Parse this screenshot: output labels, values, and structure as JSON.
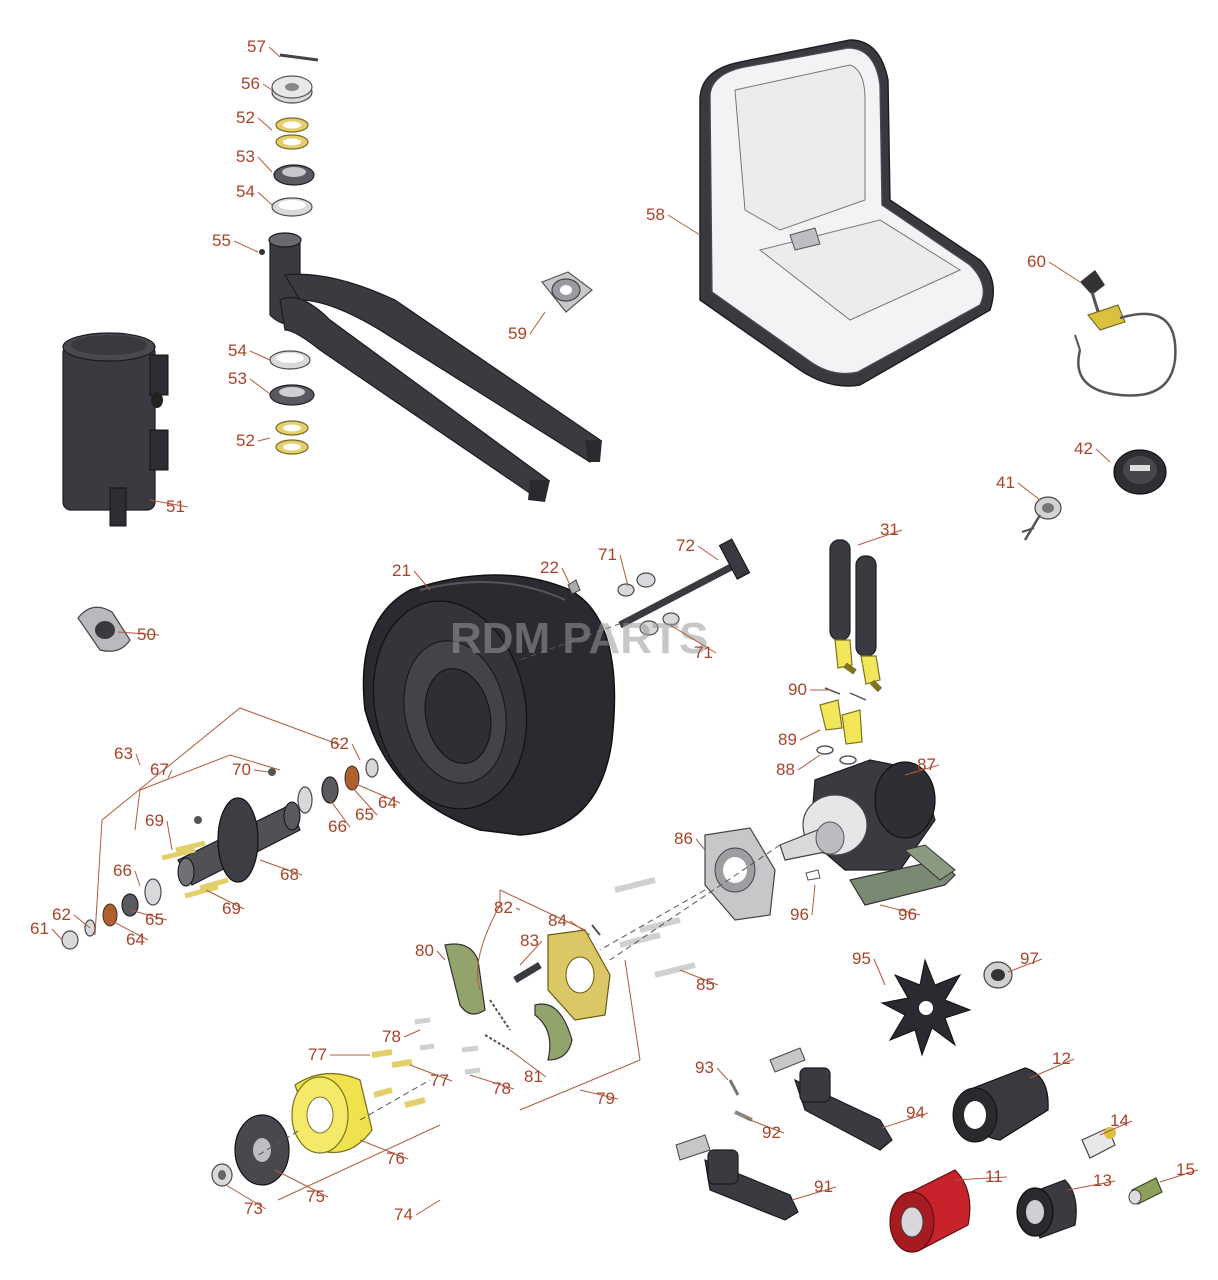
{
  "watermark": "RDM PARTS",
  "callouts": [
    {
      "id": "57",
      "label": "57"
    },
    {
      "id": "56",
      "label": "56"
    },
    {
      "id": "52a",
      "label": "52"
    },
    {
      "id": "53a",
      "label": "53"
    },
    {
      "id": "54a",
      "label": "54"
    },
    {
      "id": "55",
      "label": "55"
    },
    {
      "id": "59",
      "label": "59"
    },
    {
      "id": "58",
      "label": "58"
    },
    {
      "id": "60",
      "label": "60"
    },
    {
      "id": "54b",
      "label": "54"
    },
    {
      "id": "53b",
      "label": "53"
    },
    {
      "id": "52b",
      "label": "52"
    },
    {
      "id": "51",
      "label": "51"
    },
    {
      "id": "42",
      "label": "42"
    },
    {
      "id": "41",
      "label": "41"
    },
    {
      "id": "31",
      "label": "31"
    },
    {
      "id": "21",
      "label": "21"
    },
    {
      "id": "22",
      "label": "22"
    },
    {
      "id": "71a",
      "label": "71"
    },
    {
      "id": "72",
      "label": "72"
    },
    {
      "id": "71b",
      "label": "71"
    },
    {
      "id": "50",
      "label": "50"
    },
    {
      "id": "90",
      "label": "90"
    },
    {
      "id": "89",
      "label": "89"
    },
    {
      "id": "88",
      "label": "88"
    },
    {
      "id": "87",
      "label": "87"
    },
    {
      "id": "63",
      "label": "63"
    },
    {
      "id": "67",
      "label": "67"
    },
    {
      "id": "62a",
      "label": "62"
    },
    {
      "id": "70",
      "label": "70"
    },
    {
      "id": "64a",
      "label": "64"
    },
    {
      "id": "65a",
      "label": "65"
    },
    {
      "id": "66a",
      "label": "66"
    },
    {
      "id": "69a",
      "label": "69"
    },
    {
      "id": "68",
      "label": "68"
    },
    {
      "id": "66b",
      "label": "66"
    },
    {
      "id": "62b",
      "label": "62"
    },
    {
      "id": "65b",
      "label": "65"
    },
    {
      "id": "69b",
      "label": "69"
    },
    {
      "id": "61",
      "label": "61"
    },
    {
      "id": "64b",
      "label": "64"
    },
    {
      "id": "86",
      "label": "86"
    },
    {
      "id": "82",
      "label": "82"
    },
    {
      "id": "84",
      "label": "84"
    },
    {
      "id": "83",
      "label": "83"
    },
    {
      "id": "80",
      "label": "80"
    },
    {
      "id": "85",
      "label": "85"
    },
    {
      "id": "96a",
      "label": "96"
    },
    {
      "id": "96b",
      "label": "96"
    },
    {
      "id": "95",
      "label": "95"
    },
    {
      "id": "97",
      "label": "97"
    },
    {
      "id": "78a",
      "label": "78"
    },
    {
      "id": "77a",
      "label": "77"
    },
    {
      "id": "77b",
      "label": "77"
    },
    {
      "id": "81",
      "label": "81"
    },
    {
      "id": "78b",
      "label": "78"
    },
    {
      "id": "79",
      "label": "79"
    },
    {
      "id": "93",
      "label": "93"
    },
    {
      "id": "94",
      "label": "94"
    },
    {
      "id": "92",
      "label": "92"
    },
    {
      "id": "12",
      "label": "12"
    },
    {
      "id": "14",
      "label": "14"
    },
    {
      "id": "76",
      "label": "76"
    },
    {
      "id": "75",
      "label": "75"
    },
    {
      "id": "73",
      "label": "73"
    },
    {
      "id": "74",
      "label": "74"
    },
    {
      "id": "91",
      "label": "91"
    },
    {
      "id": "11",
      "label": "11"
    },
    {
      "id": "13",
      "label": "13"
    },
    {
      "id": "15",
      "label": "15"
    }
  ]
}
